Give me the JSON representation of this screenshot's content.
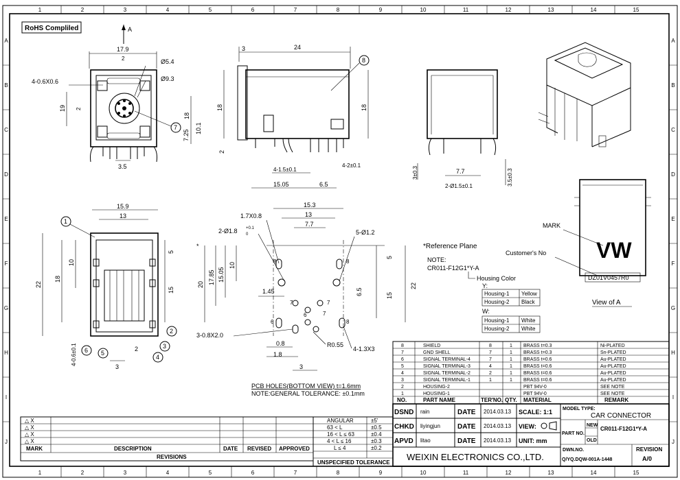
{
  "rohs": "RoHS Compliled",
  "grid": {
    "cols": [
      "1",
      "2",
      "3",
      "4",
      "5",
      "6",
      "7",
      "8",
      "9",
      "10",
      "11",
      "12",
      "13",
      "14",
      "15"
    ],
    "rows": [
      "A",
      "B",
      "C",
      "D",
      "E",
      "F",
      "G",
      "H",
      "I",
      "J"
    ]
  },
  "front_view": {
    "arrow_label": "A",
    "dims": {
      "w": "17.9",
      "top": "2",
      "holes": "4-0.6X0.6",
      "d1": "Ø5.4",
      "d2": "Ø9.3",
      "h19": "19",
      "h2": "2",
      "h18": "18",
      "h725": "7.25",
      "h101": "10.1",
      "b35": "3.5"
    },
    "balloon": "7"
  },
  "side_view": {
    "dims": {
      "top3": "3",
      "top24": "24",
      "h18l": "18",
      "h18r": "18",
      "h2": "2",
      "d415": "4-1.5±0.1",
      "d420": "4-2±0.1",
      "w1505": "15.05",
      "w65": "6.5"
    },
    "balloon": "8"
  },
  "end_view": {
    "dims": {
      "d3": "3±0.3",
      "d77": "7.7",
      "d215": "2-Ø1.5±0.1",
      "d35": "3.5±0.3"
    }
  },
  "bottom_view": {
    "dims": {
      "w159": "15.9",
      "w13": "13",
      "h22": "22",
      "h18": "18",
      "h10": "10",
      "h5": "5",
      "h15": "15",
      "b3": "3",
      "b2": "2",
      "side": "4-0.6±0.1"
    },
    "balloons": [
      "1",
      "2",
      "3",
      "4",
      "5",
      "6"
    ]
  },
  "pcb": {
    "dims": {
      "w153": "15.3",
      "w13": "13",
      "w77": "7.7",
      "h17": "1.7X0.8",
      "d18": "2-Ø1.8",
      "d18sup": "+0.1",
      "d18sub": "0",
      "d12": "5-Ø1.2",
      "h20": "20",
      "h1785": "17.85",
      "h1505": "15.05",
      "h10": "10",
      "h5": "5",
      "h65": "6.5",
      "h15": "15",
      "h22": "22",
      "d145": "1.45",
      "d3": "3-0.8X2.0",
      "d08": "0.8",
      "d18b": "1.8",
      "r055": "R0.55",
      "d413": "4-1.3X3",
      "b3": "3",
      "star": "*"
    },
    "nums": [
      "8",
      "8",
      "7",
      "7",
      "6",
      "6",
      "8",
      "7"
    ],
    "caption": "PCB HOLES(BOTTOM VIEW) t=1.6mm",
    "tolerance": "NOTE:GENERAL TOLERANCE: ±0.1mm"
  },
  "notes": {
    "ref_plane": "*Reference Plane",
    "note": "NOTE:",
    "part": "CR011-F12G1*Y-A",
    "housing_color": "Housing Color",
    "y": "Y:",
    "w": "W:",
    "y_table": [
      [
        "Housing-1",
        "Yellow"
      ],
      [
        "Housing-2",
        "Black"
      ]
    ],
    "w_table": [
      [
        "Housing-1",
        "White"
      ],
      [
        "Housing-2",
        "White"
      ]
    ]
  },
  "view_a": {
    "mark": "MARK",
    "customer": "Customer's No",
    "logo": "VW",
    "custno": "DZ01V0457R0",
    "caption": "View of A"
  },
  "bom": {
    "rows": [
      [
        "8",
        "SHIELD",
        "8",
        "1",
        "BRASS   t=0.3",
        "Ni-PLATED"
      ],
      [
        "7",
        "GND SHELL",
        "7",
        "1",
        "BRASS   t=0.3",
        "Sn-PLATED"
      ],
      [
        "6",
        "SIGNAL TERMINAL-4",
        "7",
        "1",
        "BRASS   t=0.6",
        "Au-PLATED"
      ],
      [
        "5",
        "SIGNAL TERMINAL-3",
        "4",
        "1",
        "BRASS   t=0.6",
        "Au-PLATED"
      ],
      [
        "4",
        "SIGNAL TERMINAL-2",
        "2",
        "1",
        "BRASS   t=0.6",
        "Au-PLATED"
      ],
      [
        "3",
        "SIGNAL TERMINAL-1",
        "1",
        "1",
        "BRASS   t=0.6",
        "Au-PLATED"
      ],
      [
        "2",
        "HOUSING-2",
        "",
        "",
        "PBT   94V-0",
        "SEE NOTE"
      ],
      [
        "1",
        "HOUSING-1",
        "",
        "",
        "PBT   94V-0",
        "SEE NOTE"
      ]
    ],
    "header": [
      "NO.",
      "PART  NAME",
      "TER'NO.",
      "QTY.",
      "MATERIAL",
      "REMARK"
    ]
  },
  "revisions": {
    "rows": [
      "△ X",
      "△ X",
      "△ X",
      "△ X"
    ],
    "header": [
      "MARK",
      "DESCRIPTION",
      "DATE",
      "REVISED",
      "APPROVED"
    ],
    "footer": "REVISIONS"
  },
  "tolerance": {
    "header": [
      "ANGULAR",
      "±5'"
    ],
    "rows": [
      [
        "63 < L",
        "±0.5"
      ],
      [
        "16 < L ≤ 63",
        "±0.4"
      ],
      [
        "4 < L ≤ 16",
        "±0.3"
      ],
      [
        "L ≤ 4",
        "±0.2"
      ]
    ],
    "footer": "UNSPECIFIED  TOLERANCE"
  },
  "title_block": {
    "dsnd": "DSND",
    "dsnd_name": "rain",
    "chkd": "CHKD",
    "chkd_name": "liyingjun",
    "apvd": "APVD",
    "apvd_name": "litao",
    "date_label": "DATE",
    "date": "2014.03.13",
    "scale": "SCALE: 1:1",
    "view": "VIEW:",
    "unit": "UNIT:  mm",
    "company": "WEIXIN ELECTRONICS CO.,LTD.",
    "model_type_label": "MODEL TYPE:",
    "model_type": "CAR CONNECTOR",
    "part_no_label": "PART NO.",
    "new": "NEW",
    "old": "OLD",
    "part_no": "CR011-F12G1*Y-A",
    "dwn_no_label": "DWN.NO.",
    "dwn_no": "Q/YQ.DQW-001A-1448",
    "revision_label": "REVISION",
    "revision": "A/0"
  }
}
